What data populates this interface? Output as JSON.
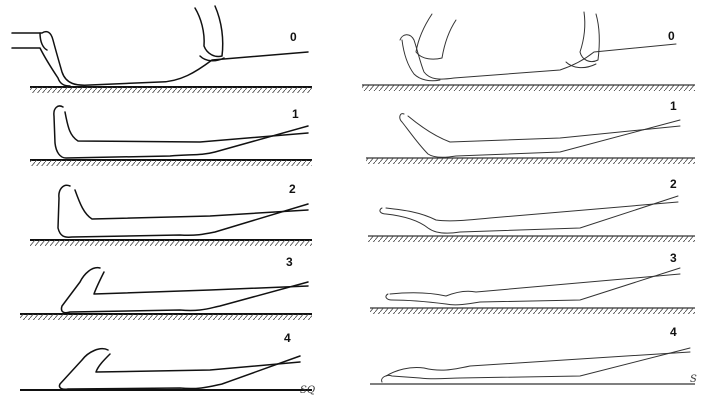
{
  "left_panel": {
    "grades": [
      "0",
      "1",
      "2",
      "3",
      "4"
    ],
    "signature": "SQ"
  },
  "right_panel": {
    "grades": [
      "0",
      "1",
      "2",
      "3",
      "4"
    ],
    "signature": "S"
  },
  "colors": {
    "ink_dark": "#111111",
    "ink_light": "#333333",
    "background": "#ffffff"
  }
}
